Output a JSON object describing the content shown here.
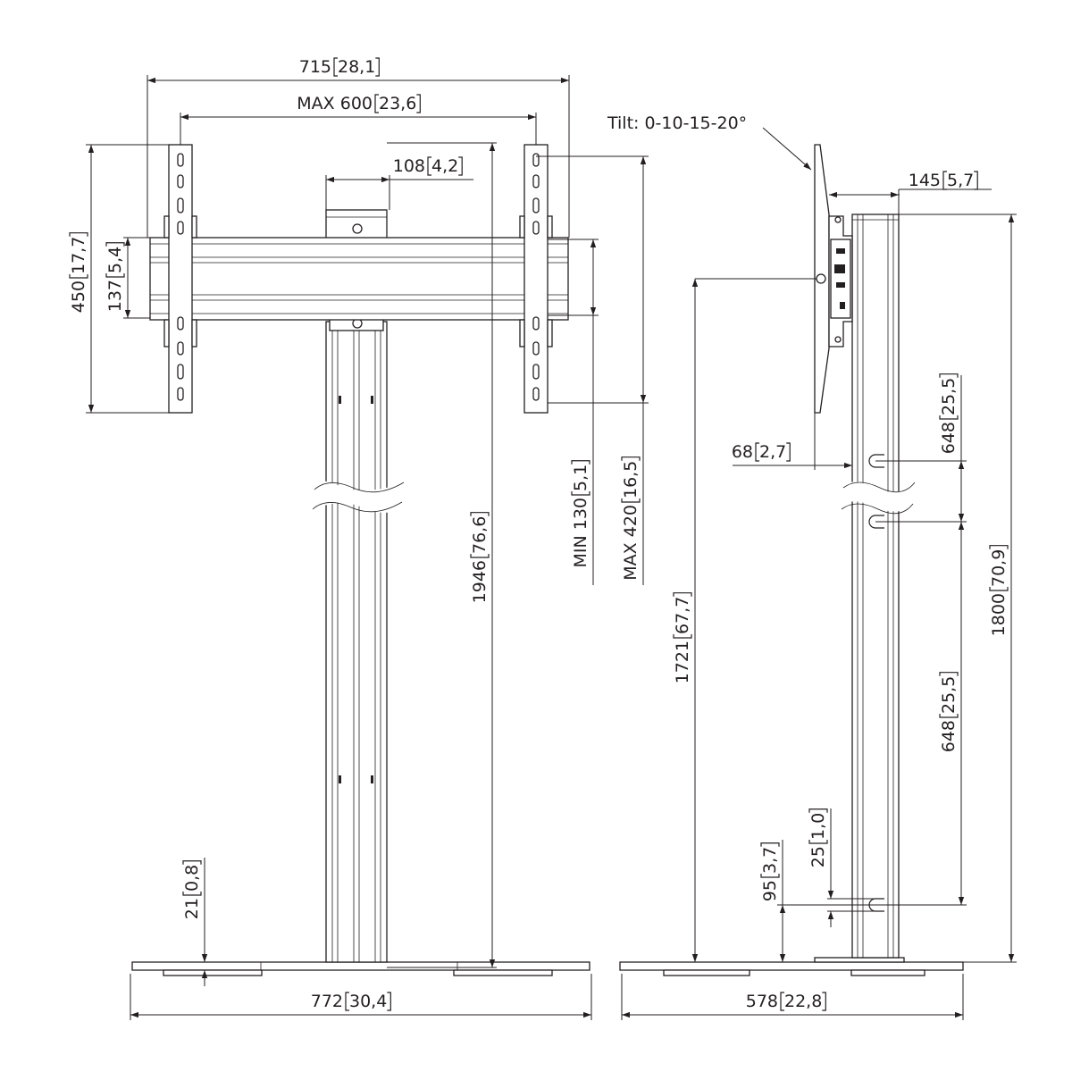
{
  "front_view": {
    "overall_width": {
      "value": "715",
      "inch": "28,1"
    },
    "max_vesa_width": {
      "value": "MAX 600",
      "inch": "23,6"
    },
    "column_width": {
      "value": "108",
      "inch": "4,2"
    },
    "bracket_height": {
      "value": "450",
      "inch": "17,7"
    },
    "rail_height": {
      "value": "137",
      "inch": "5,4"
    },
    "min_vesa_height": {
      "value": "MIN 130",
      "inch": "5,1"
    },
    "max_vesa_height": {
      "value": "MAX 420",
      "inch": "16,5"
    },
    "total_height": {
      "value": "1946",
      "inch": "76,6"
    },
    "base_plate": {
      "value": "21",
      "inch": "0,8"
    },
    "base_width": {
      "value": "772",
      "inch": "30,4"
    }
  },
  "side_view": {
    "tilt": "Tilt: 0-10-15-20°",
    "depth": {
      "value": "145",
      "inch": "5,7"
    },
    "wall_offset": {
      "value": "68",
      "inch": "2,7"
    },
    "hole_spacing_top": {
      "value": "648",
      "inch": "25,5"
    },
    "hole_spacing_lower": {
      "value": "648",
      "inch": "25,5"
    },
    "column_height": {
      "value": "1800",
      "inch": "70,9"
    },
    "center_height": {
      "value": "1721",
      "inch": "67,7"
    },
    "hole_offset": {
      "value": "25",
      "inch": "1,0"
    },
    "bottom_hole": {
      "value": "95",
      "inch": "3,7"
    },
    "base_depth": {
      "value": "578",
      "inch": "22,8"
    }
  }
}
